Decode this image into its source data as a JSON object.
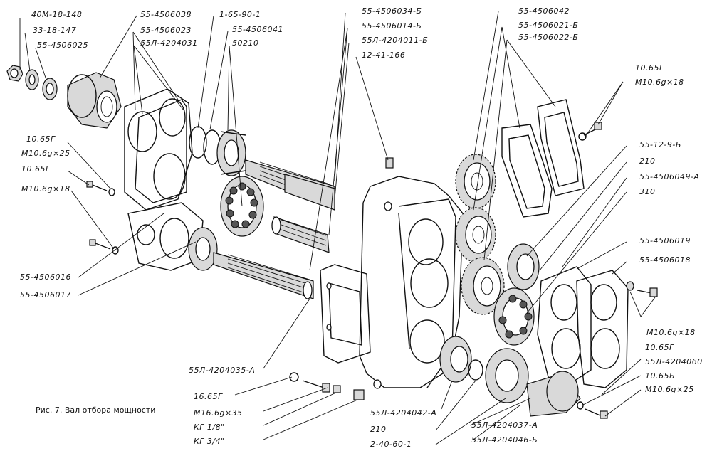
{
  "caption": "Рис. 7. Вал отбора мощности",
  "labels": [
    "40М-18-148",
    "33-18-147",
    "55-4506025",
    "55-4506038",
    "55-4506023",
    "55Л-4204031",
    "1-65-90-1",
    "55-4506041",
    "50210",
    "55-4506034-Б",
    "55-4506014-Б",
    "55Л-4204011-Б",
    "12-41-166",
    "55-4506042",
    "55-4506021-Б",
    "55-4506022-Б",
    "10.65Г",
    "M10.6g×18",
    "10.65Г",
    "M10.6g×25",
    "10.65Г",
    "M10.6g×18",
    "55-12-9-Б",
    "210",
    "55-4506049-А",
    "310",
    "55-4506019",
    "55-4506018",
    "55-4506016",
    "55-4506017",
    "M10.6g×18",
    "10.65Г",
    "55Л-4204060",
    "10.65Б",
    "M10.6g×25",
    "55Л-4204035-А",
    "16.65Г",
    "M16.6g×35",
    "КГ 1/8\"",
    "КГ 3/4\"",
    "55Л-4204042-А",
    "210",
    "2-40-60-1",
    "55Л-4204037-А",
    "55Л-4204046-Б"
  ]
}
